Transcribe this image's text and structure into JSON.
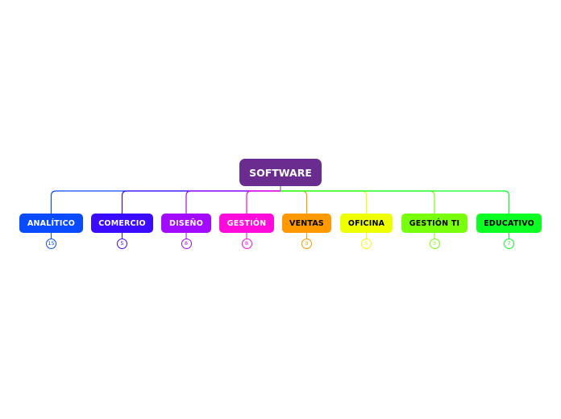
{
  "root": {
    "label": "SOFTWARE",
    "color": "#6a2d8f"
  },
  "branches": [
    {
      "label": "ANALÍTICO",
      "count": "15",
      "color": "#0a4bff",
      "text_color": "#ffffff"
    },
    {
      "label": "COMERCIO",
      "count": "5",
      "color": "#3a0bff",
      "text_color": "#ffffff"
    },
    {
      "label": "DISEÑO",
      "count": "8",
      "color": "#a20bff",
      "text_color": "#ffffff"
    },
    {
      "label": "GESTIÓN",
      "count": "8",
      "color": "#ff0bdc",
      "text_color": "#ffffff"
    },
    {
      "label": "VENTAS",
      "count": "3",
      "color": "#ff9900",
      "text_color": "#000000"
    },
    {
      "label": "OFICINA",
      "count": "5",
      "color": "#eeff00",
      "text_color": "#000000"
    },
    {
      "label": "GESTIÓN TI",
      "count": "3",
      "color": "#77ff0b",
      "text_color": "#000000"
    },
    {
      "label": "EDUCATIVO",
      "count": "7",
      "color": "#0bff22",
      "text_color": "#000000"
    }
  ]
}
